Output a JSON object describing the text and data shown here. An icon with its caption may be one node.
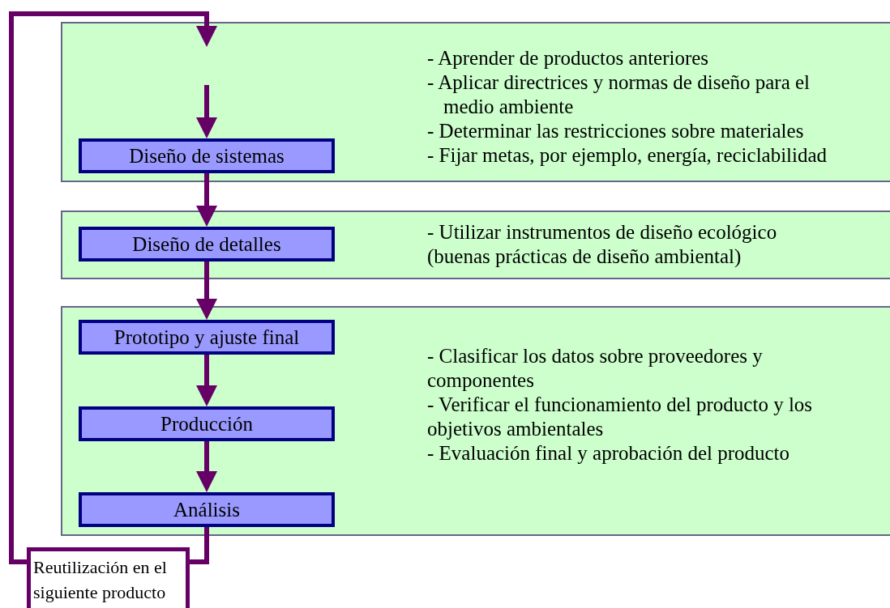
{
  "diagram": {
    "nodes": [
      {
        "text": [
          "- Aprender de productos anteriores",
          "- Aplicar directrices y normas de diseño para el medio ambiente",
          "- Determinar las restricciones sobre materiales",
          "- Fijar metas, por ejemplo, energía, reciclabilidad"
        ]
      },
      {
        "text": [
          "Diseño de sistemas"
        ],
        "in": 0
      },
      {
        "text": [
          "- Utilizar instrumentos de diseño ecológico (buenas prácticas de diseño ambiental)"
        ]
      },
      {
        "text": [
          "Diseño de detalles"
        ],
        "in": 2
      },
      {
        "text": [
          "- Clasificar los datos sobre proveedores y componentes",
          "- Verificar el funcionamiento del producto y los objetivos ambientales",
          "- Evaluación final y aprobación del producto"
        ]
      },
      {
        "text": [
          "Prototipo y ajuste final"
        ],
        "in": 4
      },
      {
        "text": [
          "Producción"
        ],
        "in": 4
      },
      {
        "text": [
          "Análisis"
        ],
        "in": 4
      },
      {
        "text": [
          "Reutilización en el siguiente producto"
        ]
      }
    ],
    "edges": [
      {
        "from": 7,
        "to": 8,
        "arrow": "none"
      },
      {
        "from": 8,
        "to": 0,
        "arrow": "to"
      },
      {
        "from": null,
        "to": 1,
        "arrow": "to"
      },
      {
        "from": 1,
        "to": 3,
        "arrow": "to"
      },
      {
        "from": 3,
        "to": 5,
        "arrow": "to"
      },
      {
        "from": 5,
        "to": 6,
        "arrow": "to"
      },
      {
        "from": 6,
        "to": 7,
        "arrow": "to"
      }
    ]
  }
}
